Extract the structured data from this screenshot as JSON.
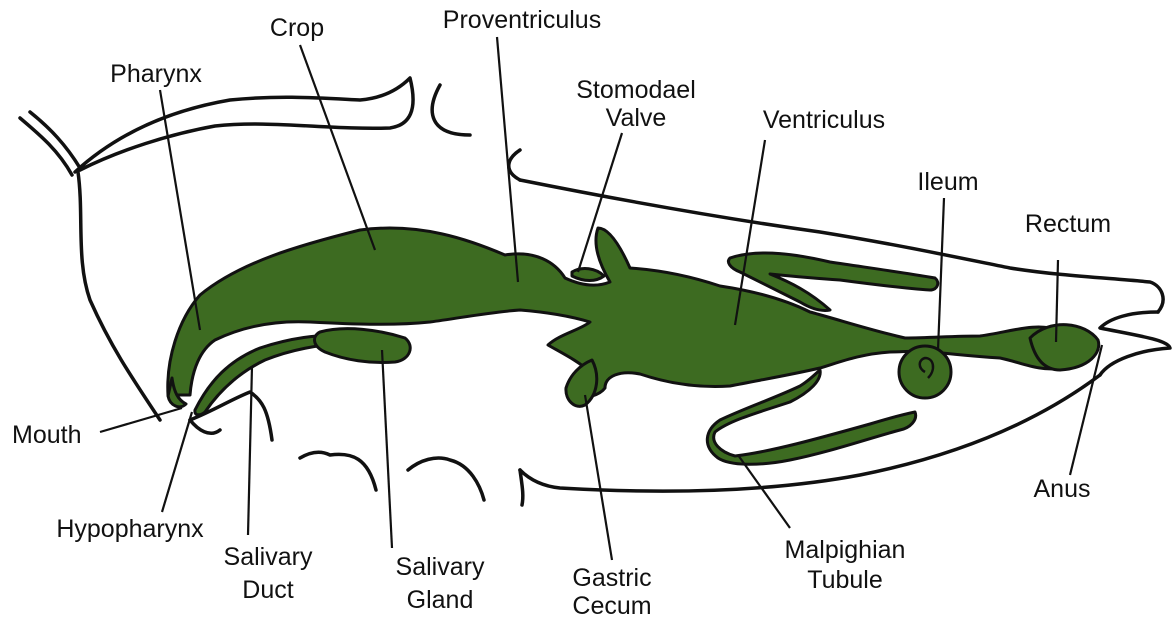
{
  "diagram": {
    "colors": {
      "gut": "#3d6b21",
      "outline": "#111111",
      "background": "#ffffff"
    },
    "labels": {
      "crop": "Crop",
      "proventriculus": "Proventriculus",
      "pharynx": "Pharynx",
      "stomodael_valve": [
        "Stomodael",
        "Valve"
      ],
      "ventriculus": "Ventriculus",
      "ileum": "Ileum",
      "rectum": "Rectum",
      "mouth": "Mouth",
      "hypopharynx": "Hypopharynx",
      "salivary_duct": [
        "Salivary",
        "Duct"
      ],
      "salivary_gland": [
        "Salivary",
        "Gland"
      ],
      "gastric_cecum": [
        "Gastric",
        "Cecum"
      ],
      "malpighian_tubule": [
        "Malpighian",
        "Tubule"
      ],
      "anus": "Anus"
    }
  }
}
